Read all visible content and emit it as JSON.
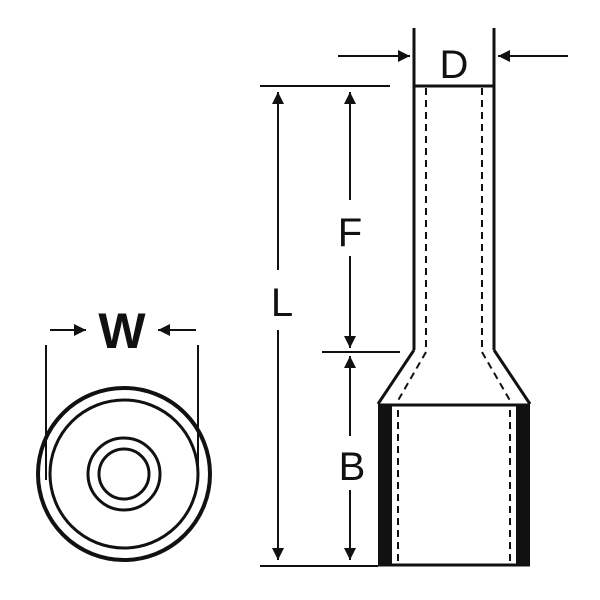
{
  "labels": {
    "w": "W",
    "d": "D",
    "l": "L",
    "f": "F",
    "b": "B"
  },
  "colors": {
    "line": "#111111",
    "background": "#ffffff"
  }
}
